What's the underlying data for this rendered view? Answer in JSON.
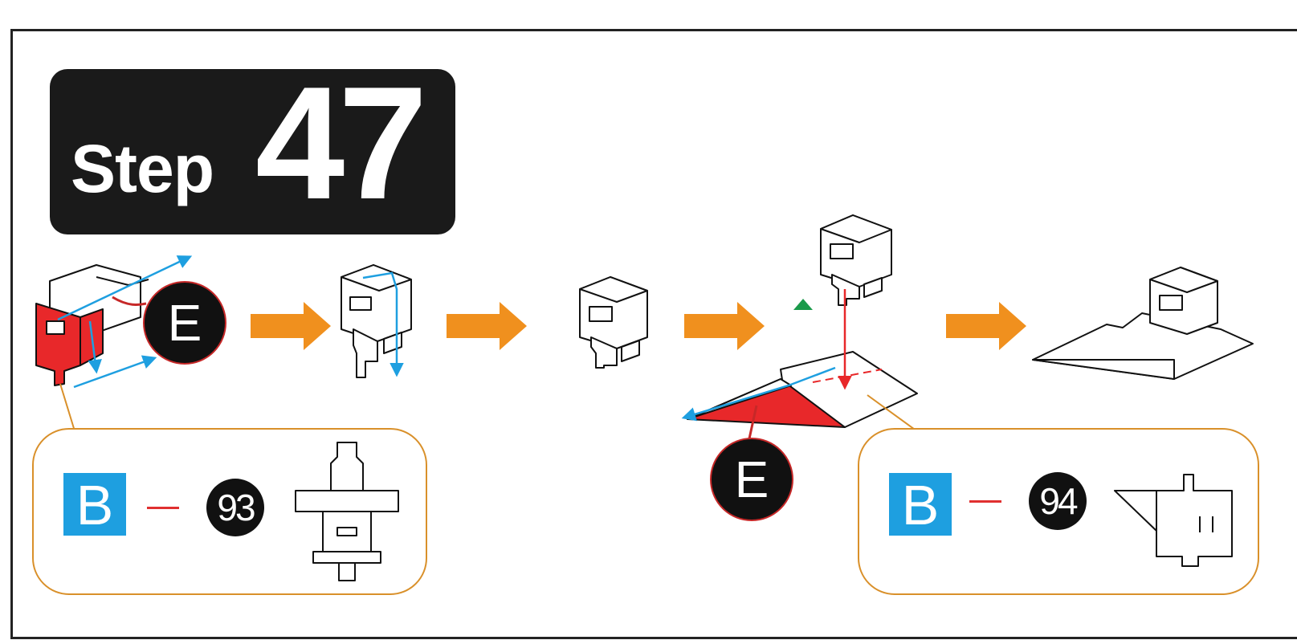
{
  "step": {
    "word": "Step",
    "number": "47"
  },
  "glue_label": "E",
  "callouts": [
    {
      "sheet": "B",
      "part": "93"
    },
    {
      "sheet": "B",
      "part": "94"
    }
  ],
  "colors": {
    "arrow": "#f0901e",
    "glue": "#e8282a",
    "guide": "#1e9fe0",
    "callout_border": "#d9902a",
    "badge": "#1a1a1a",
    "sheet_badge": "#1e9fe0",
    "marker": "#1a9a4a"
  },
  "icons": [
    "orange-right-arrow-icon",
    "green-triangle-icon",
    "glue-marker-icon"
  ]
}
